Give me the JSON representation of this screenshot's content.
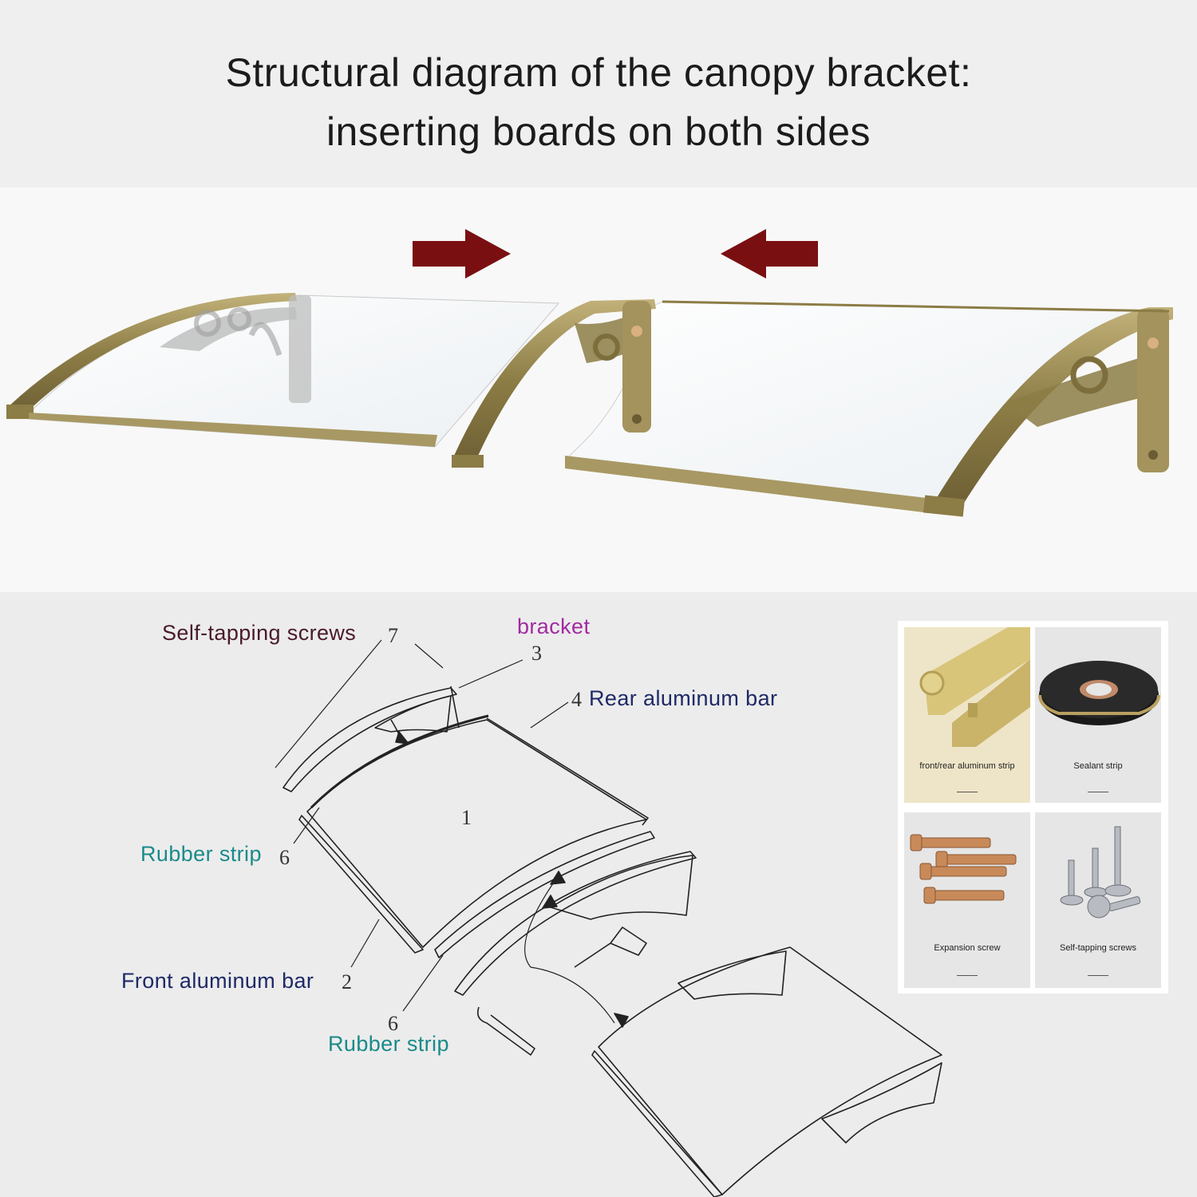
{
  "title": {
    "line1": "Structural diagram of the canopy bracket:",
    "line2": "inserting boards on both sides"
  },
  "diagram": {
    "labels": {
      "self_tapping_screws": "Self-tapping screws",
      "bracket": "bracket",
      "rear_aluminum_bar": "Rear aluminum bar",
      "rubber_strip_1": "Rubber strip",
      "front_aluminum_bar": "Front aluminum bar",
      "rubber_strip_2": "Rubber strip"
    },
    "numbers": {
      "n7": "7",
      "n3": "3",
      "n4": "4",
      "n1": "1",
      "n6a": "6",
      "n2": "2",
      "n6b": "6"
    }
  },
  "parts": [
    {
      "label": "front/rear aluminum strip",
      "icon": "aluminum-strip-icon"
    },
    {
      "label": "Sealant strip",
      "icon": "sealant-roll-icon"
    },
    {
      "label": "Expansion screw",
      "icon": "expansion-screw-icon"
    },
    {
      "label": "Self-tapping screws",
      "icon": "self-tapping-screw-icon"
    }
  ],
  "colors": {
    "arrow": "#7a0f12",
    "bracket_gold": "#9a8a55",
    "label_maroon": "#4a1a2a",
    "label_purple": "#a22aa2",
    "label_navy": "#1e2a66",
    "label_teal": "#1a8a8a"
  }
}
